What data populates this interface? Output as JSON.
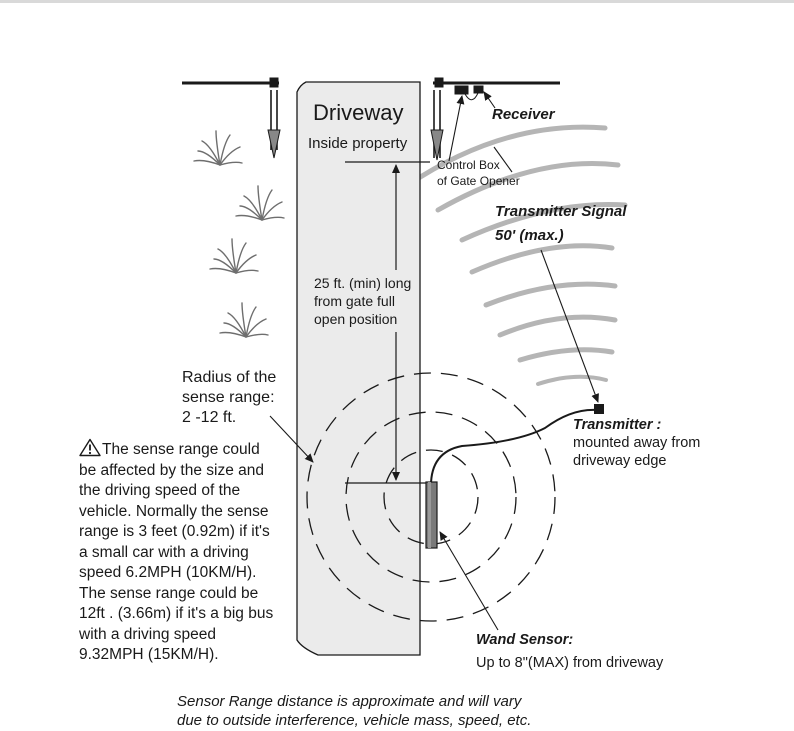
{
  "driveway": {
    "title": "Driveway",
    "subtitle": "Inside property"
  },
  "control_box": {
    "line1": "Control Box",
    "line2": "of Gate Opener"
  },
  "receiver": {
    "label": "Receiver"
  },
  "transmitter_signal": {
    "line1": "Transmitter Signal",
    "line2": "50' (max.)"
  },
  "distance_note": {
    "line1": "25 ft. (min) long",
    "line2": "from gate full",
    "line3": "open position"
  },
  "radius_note": {
    "line1": "Radius of the",
    "line2": "sense range:",
    "line3": "2 -12 ft."
  },
  "warning": {
    "icon": "warning-triangle-icon",
    "lines": [
      "The sense range could",
      "be affected by the size and",
      "the driving speed of the",
      "vehicle. Normally the sense",
      "range is 3 feet (0.92m) if it's",
      "a small car with a driving",
      "speed 6.2MPH (10KM/H).",
      "The sense range could be",
      "12ft . (3.66m) if it's a big bus",
      "with a driving speed",
      "9.32MPH (15KM/H)."
    ]
  },
  "transmitter": {
    "title": "Transmitter :",
    "line1": "mounted away from",
    "line2": "driveway edge"
  },
  "wand_sensor": {
    "title": "Wand Sensor:",
    "line1": "Up to 8\"(MAX) from driveway"
  },
  "footnote": {
    "line1": "Sensor Range distance is approximate and will vary",
    "line2": "due to outside interference, vehicle mass, speed, etc."
  },
  "colors": {
    "driveway_fill": "#ebebeb",
    "signal_arcs": "#b5b5b5",
    "line": "#1a1a1a",
    "grass": "#6e6e6e"
  }
}
